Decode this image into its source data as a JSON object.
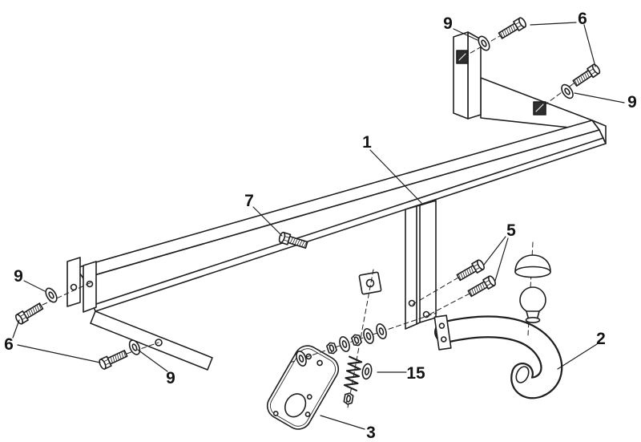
{
  "figure": {
    "kind": "exploded-parts-diagram",
    "subject": "towbar-assembly",
    "background_color": "#ffffff",
    "line_color": "#1f1f1f"
  },
  "labels": {
    "crossbar": "1",
    "towball_neck": "2",
    "socket_plate": "3",
    "neck_bolts": "5",
    "right_bolts": "6",
    "left_bolts": "6",
    "mid_bolt": "7",
    "washer_top_right": "9",
    "washer_far_right": "9",
    "washer_left": "9",
    "washer_bottom_left": "9",
    "spring_kit": "15"
  }
}
